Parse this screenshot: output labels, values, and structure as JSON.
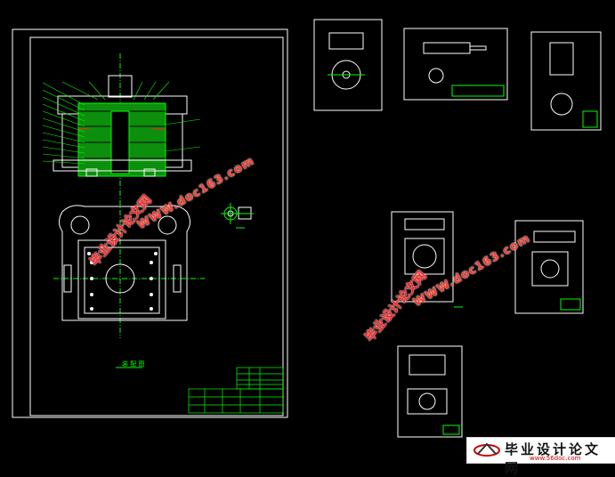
{
  "canvas": {
    "background": "#000000",
    "frame_color": "#ffffff",
    "drawing_color": "#00ff00",
    "dim_color": "#00ffff",
    "red": "#ff2020"
  },
  "main_drawing": {
    "caption": "装 配 图"
  },
  "watermarks": {
    "url_text": "WWW.doc163.com",
    "cn_text": "毕业设计论文网"
  },
  "logo": {
    "text": "毕业设计论文网",
    "url": "www.56doc.com"
  }
}
